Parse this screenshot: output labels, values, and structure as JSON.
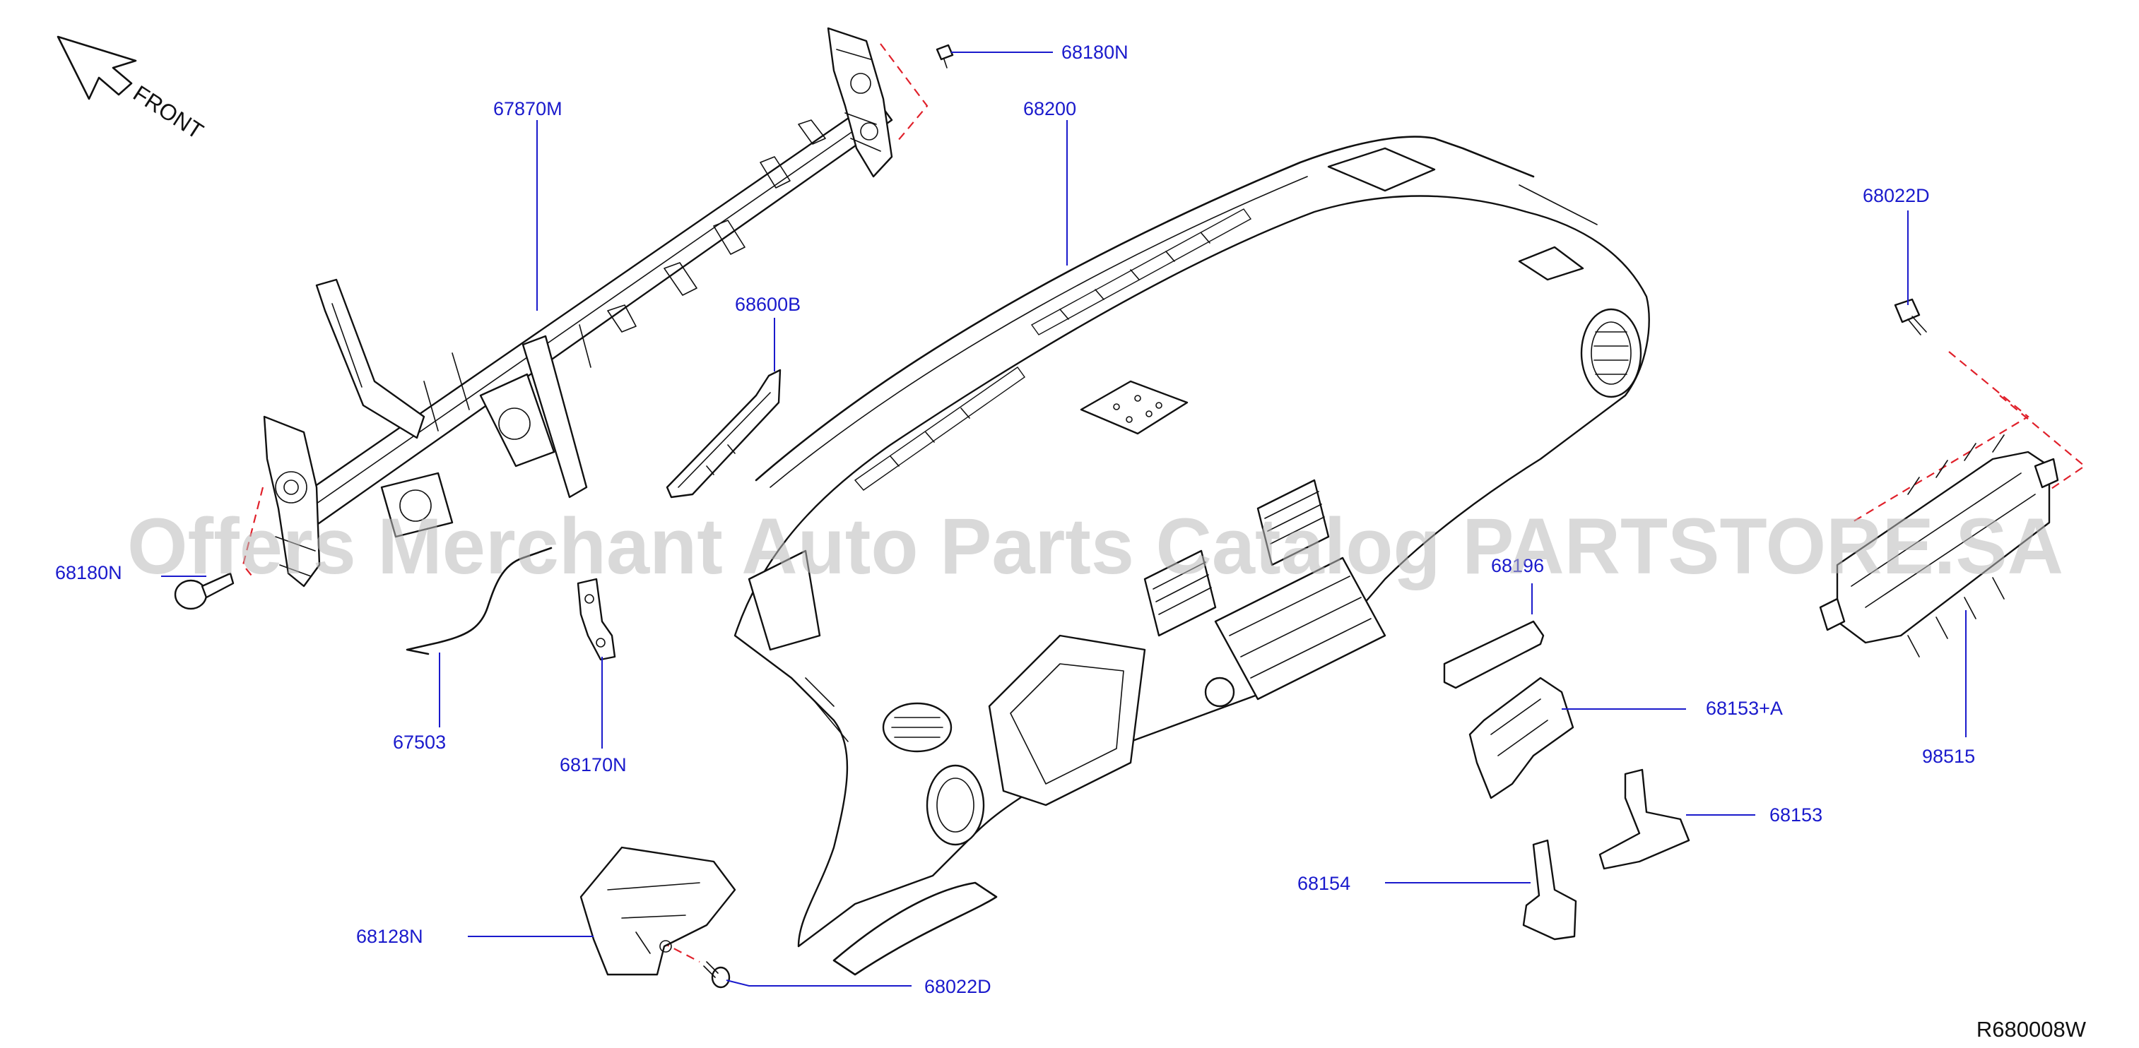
{
  "front_label": "FRONT",
  "watermark": "Offers Merchant Auto Parts Catalog PARTSTORE.SA",
  "reference_code": "R680008W",
  "callouts": {
    "p67870M": "67870M",
    "p68180N_top": "68180N",
    "p68200": "68200",
    "p68022D_right": "68022D",
    "p68600B": "68600B",
    "p68180N_left": "68180N",
    "p68196": "68196",
    "p68153A": "68153+A",
    "p98515": "98515",
    "p67503": "67503",
    "p68170N": "68170N",
    "p68153": "68153",
    "p68154": "68154",
    "p68128N": "68128N",
    "p68022D_bottom": "68022D"
  },
  "colors": {
    "callout": "#1a1acc",
    "linework": "#111111",
    "hidden_line": "#e0202a",
    "watermark": "#b9b9b9"
  }
}
